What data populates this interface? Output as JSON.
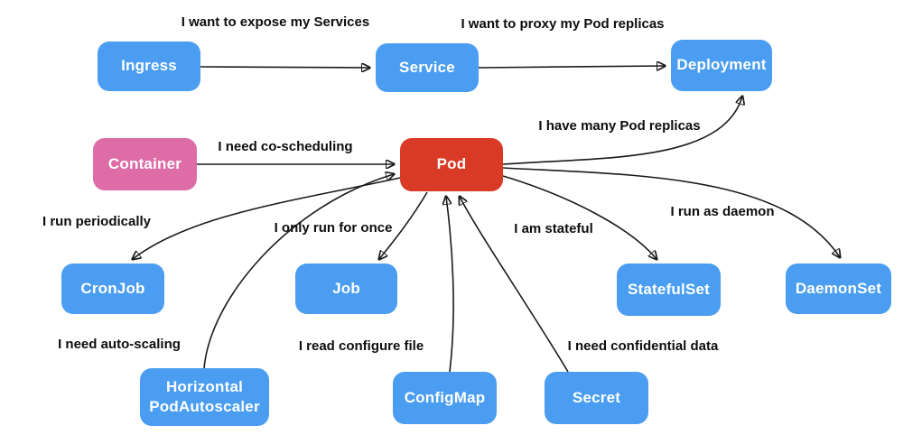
{
  "colors": {
    "node_blue": "#4A9DF0",
    "node_pink": "#DE6CA7",
    "node_red": "#D83A26",
    "node_text": "#FFFFFF",
    "edge_label_text": "#0D0D0D",
    "arrow": "#1A1A1A",
    "background": "#FFFFFF"
  },
  "nodes": {
    "ingress": {
      "label": "Ingress",
      "color": "blue"
    },
    "service": {
      "label": "Service",
      "color": "blue"
    },
    "deployment": {
      "label": "Deployment",
      "color": "blue"
    },
    "container": {
      "label": "Container",
      "color": "pink"
    },
    "pod": {
      "label": "Pod",
      "color": "red"
    },
    "cronjob": {
      "label": "CronJob",
      "color": "blue"
    },
    "job": {
      "label": "Job",
      "color": "blue"
    },
    "statefulset": {
      "label": "StatefulSet",
      "color": "blue"
    },
    "daemonset": {
      "label": "DaemonSet",
      "color": "blue"
    },
    "hpa": {
      "label": "Horizontal PodAutoscaler",
      "color": "blue"
    },
    "configmap": {
      "label": "ConfigMap",
      "color": "blue"
    },
    "secret": {
      "label": "Secret",
      "color": "blue"
    }
  },
  "edges": {
    "ingress_service": {
      "label": "I want to expose my Services",
      "from": "Ingress",
      "to": "Service"
    },
    "service_deployment": {
      "label": "I want to proxy my Pod replicas",
      "from": "Service",
      "to": "Deployment"
    },
    "pod_deployment": {
      "label": "I have many Pod replicas",
      "from": "Pod",
      "to": "Deployment"
    },
    "container_pod": {
      "label": "I need co-scheduling",
      "from": "Container",
      "to": "Pod"
    },
    "pod_cronjob": {
      "label": "I run periodically",
      "from": "Pod",
      "to": "CronJob"
    },
    "pod_job": {
      "label": "I only run for once",
      "from": "Pod",
      "to": "Job"
    },
    "pod_statefulset": {
      "label": "I am stateful",
      "from": "Pod",
      "to": "StatefulSet"
    },
    "pod_daemonset": {
      "label": "I run as daemon",
      "from": "Pod",
      "to": "DaemonSet"
    },
    "hpa_pod": {
      "label": "I need auto-scaling",
      "from": "Horizontal PodAutoscaler",
      "to": "Pod"
    },
    "configmap_pod": {
      "label": "I read configure file",
      "from": "ConfigMap",
      "to": "Pod"
    },
    "secret_pod": {
      "label": "I need confidential data",
      "from": "Secret",
      "to": "Pod"
    }
  }
}
